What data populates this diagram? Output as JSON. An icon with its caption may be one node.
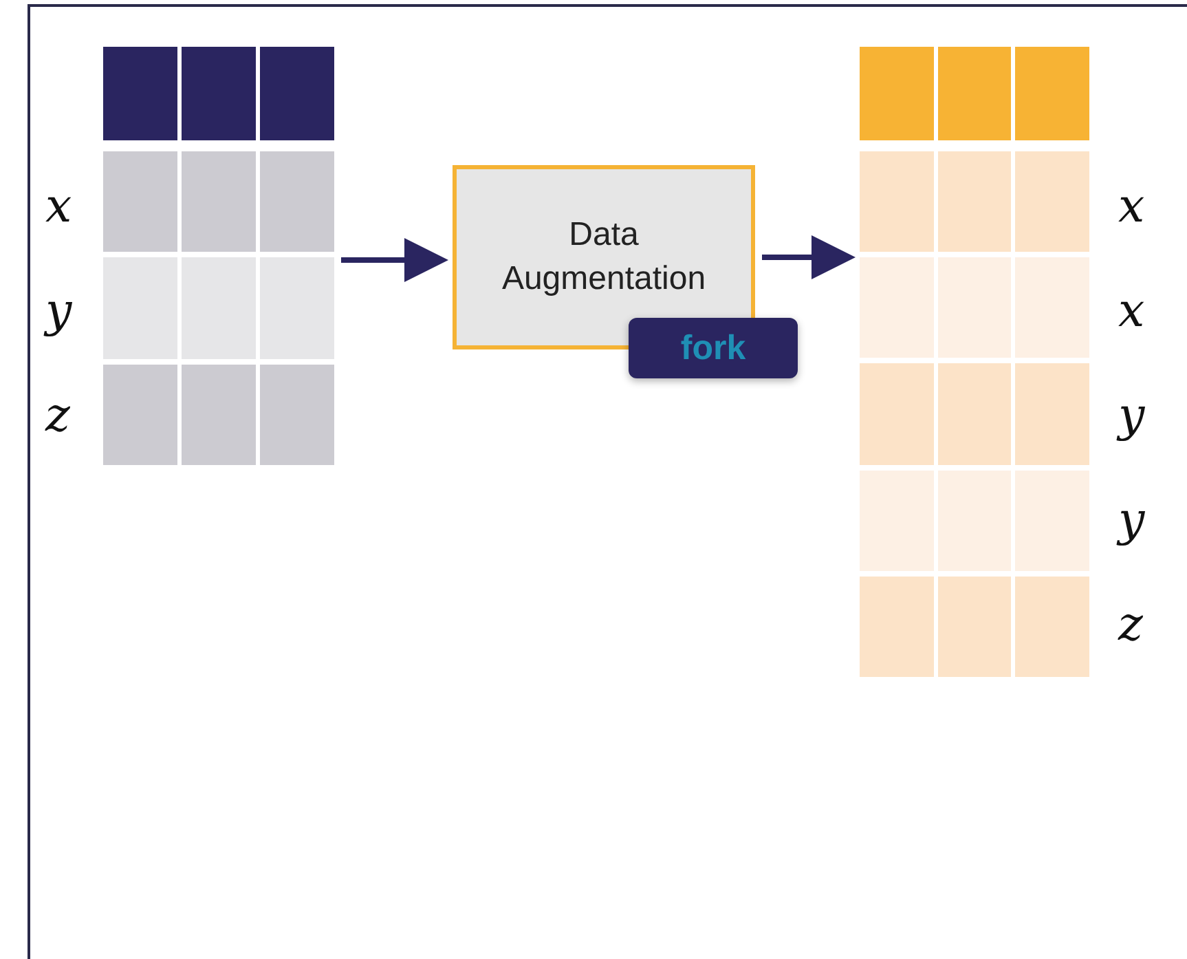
{
  "diagram": {
    "nodes": [
      {
        "text": [],
        "shape": "table"
      },
      {
        "text": [
          "Data Augmentation",
          "fork"
        ]
      },
      {
        "text": [],
        "shape": "table"
      }
    ],
    "edges": [
      {
        "from": 0,
        "to": 1,
        "arrow": "to"
      },
      {
        "from": 1,
        "to": 2,
        "arrow": "to"
      }
    ],
    "labels": [
      "x",
      "y",
      "z",
      "x",
      "x",
      "y",
      "y",
      "z"
    ]
  }
}
